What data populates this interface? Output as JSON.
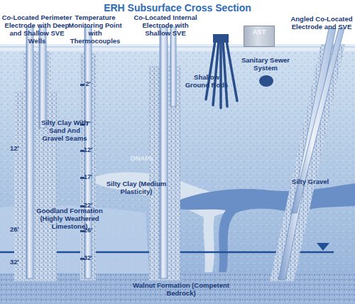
{
  "diagram": {
    "title": "ERH Subsurface Cross Section",
    "nodes": [
      {
        "text": [
          "AST"
        ]
      }
    ],
    "labels": [
      "Co-Located Perimeter Electrode with Deep and Shallow SVE Wells",
      "Temperature Monitoring Point with Thermocouples",
      "Co-Located Internal Electrode with Shallow SVE",
      "Angled Co-Located Electrode and SVE",
      "Shallow Ground Rods",
      "Sanitary Sewer System",
      "Silty Clay With Sand And Gravel Seams",
      "DNAPL",
      "Silty Clay (Medium Plasticity)",
      "Silty Gravel",
      "Goodland Formation (Highly Weathered Limestone)",
      "Walnut Formation (Competent Bedrock)",
      "12'",
      "26'",
      "32'",
      "2'",
      "7'",
      "12'",
      "17'",
      "22'",
      "26'",
      "32'"
    ]
  }
}
